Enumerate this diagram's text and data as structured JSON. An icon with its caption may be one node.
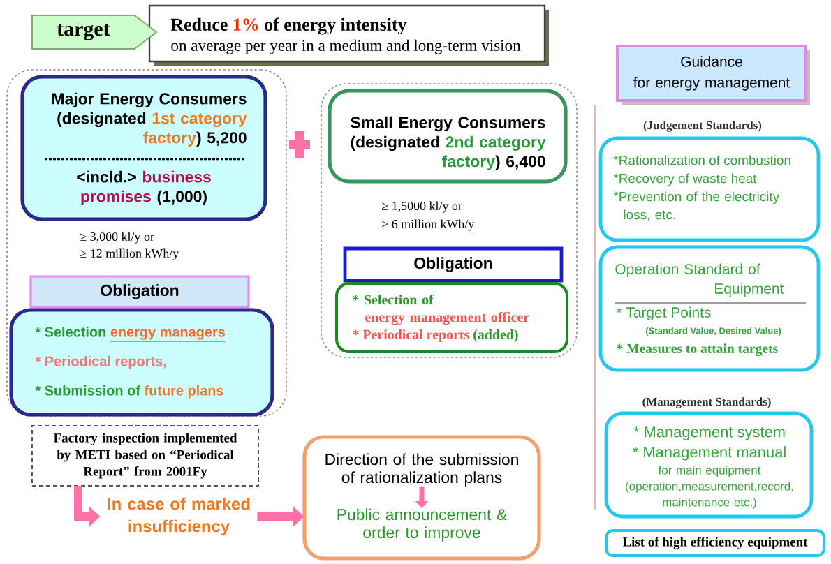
{
  "diagram": {
    "nodes": [
      {
        "text": [
          "target"
        ]
      },
      {
        "text": [
          "Reduce **1%** of energy intensity",
          "on average per year in a medium and long-term vision"
        ]
      },
      {
        "text": [],
        "shape": "box"
      },
      {
        "text": [
          "Major Energy Consumers (designated **1st category factory**) 5,200",
          "<incld.> **business promises** (1,000)"
        ],
        "in": 2,
        "beside": [
          "≥ 3,000 kl/y or",
          "≥ 12 million kWh/y"
        ]
      },
      {
        "text": [
          "Obligation"
        ],
        "in": 2
      },
      {
        "text": [
          "* Selection **energy managers**",
          "* Periodical reports,",
          "* Submission of **future plans**"
        ],
        "in": 2
      },
      {
        "text": [],
        "shape": "box"
      },
      {
        "text": [
          "Small Energy Consumers (designated **2nd category factory**) 6,400"
        ],
        "in": 6,
        "beside": [
          "≥ 1,5000 kl/y or",
          "≥ 6 million kWh/y"
        ]
      },
      {
        "text": [
          "Obligation"
        ],
        "in": 6
      },
      {
        "text": [
          "* Selection of **energy management officer**",
          "* Periodical reports **(added)**"
        ],
        "in": 6
      },
      {
        "text": [
          "Factory inspection implemented by METI based on “Periodical Report” from 2001Fy"
        ]
      },
      {
        "text": [
          "In case of marked insufficiency"
        ]
      },
      {
        "text": [],
        "shape": "box"
      },
      {
        "text": [
          "Direction of the submission of rationalization plans"
        ],
        "in": 12
      },
      {
        "text": [
          "Public announcement & order to improve"
        ],
        "in": 12
      },
      {
        "text": [
          "Guidance",
          "for energy management"
        ]
      },
      {
        "text": [
          "(Judgement Standards)",
          "*Rationalization of combustion",
          "*Recovery of waste heat",
          "*Prevention of the electricity loss, etc."
        ]
      },
      {
        "text": [
          "Operation Standard of Equipment",
          "* Target Points",
          "(Standard Value, Desired Value)",
          "* Measures to attain targets"
        ]
      },
      {
        "text": [
          "(Management Standards)",
          "* Management system",
          "* Management manual",
          "for main equipment (operation,measurement,record, maintenance etc.)"
        ]
      },
      {
        "text": [
          "List of high efficiency equipment"
        ]
      }
    ],
    "edges": [
      {
        "from": 10,
        "to": 11,
        "arrow": "to"
      },
      {
        "from": 11,
        "to": 12,
        "arrow": "to"
      },
      {
        "from": 13,
        "to": 14,
        "arrow": "to"
      }
    ]
  }
}
